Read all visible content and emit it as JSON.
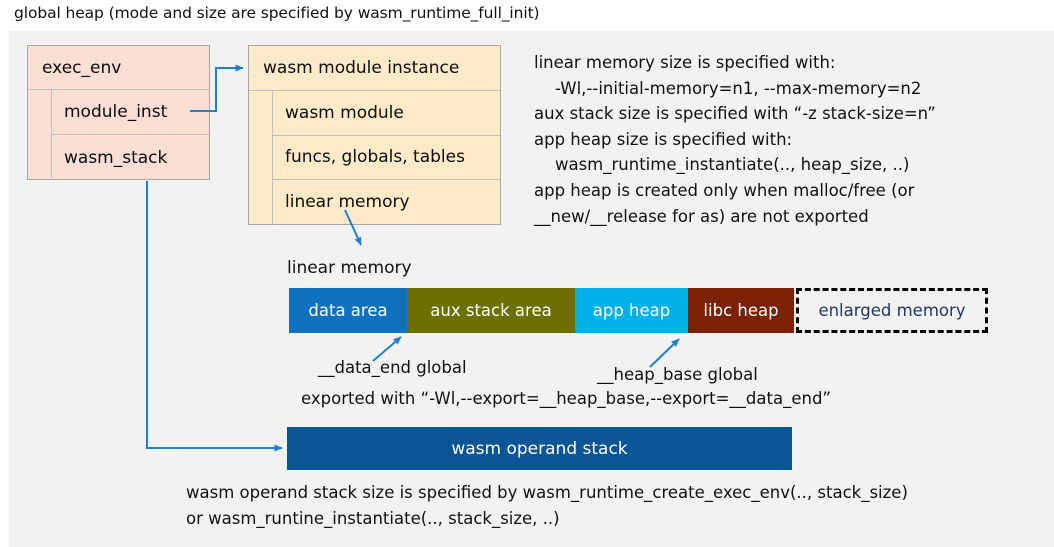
{
  "caption": "global heap (mode and size are specified by wasm_runtime_full_init)",
  "colors": {
    "panel_bg": "#f2f2f2",
    "exec_env_fill": "#fbdfd4",
    "module_inst_fill": "#fdeac7",
    "box_border": "#a6a6a6",
    "connector": "#1f7fd0",
    "data_area": "#0f72c0",
    "aux_stack_area": "#6b7000",
    "app_heap": "#00b0e8",
    "libc_heap": "#7b2206",
    "enlarged_memory_text": "#1f3864",
    "operand_stack": "#0a5596"
  },
  "exec_env": {
    "title": "exec_env",
    "fields": [
      {
        "label": "module_inst"
      },
      {
        "label": "wasm_stack"
      }
    ]
  },
  "module_instance": {
    "title": "wasm module instance",
    "fields": [
      {
        "label": "wasm module"
      },
      {
        "label": "funcs, globals, tables"
      },
      {
        "label": "linear memory"
      }
    ]
  },
  "notes": {
    "top": "linear memory size is specified with:\n    -Wl,--initial-memory=n1, --max-memory=n2\naux stack size is specified with “-z stack-size=n”\napp heap size is specified with:\n    wasm_runtime_instantiate(.., heap_size, ..)\napp heap is created only when malloc/free (or\n__new/__release for as) are not exported",
    "bottom": "wasm operand stack size is specified by wasm_runtime_create_exec_env(.., stack_size)\nor wasm_runtine_instantiate(.., stack_size, ..)"
  },
  "linear_memory": {
    "label": "linear memory",
    "segments": [
      {
        "label": "data area",
        "color": "#0f72c0",
        "width": 118
      },
      {
        "label": "aux stack area",
        "color": "#6b7000",
        "width": 168
      },
      {
        "label": "app heap",
        "color": "#00b0e8",
        "width": 113
      },
      {
        "label": "libc heap",
        "color": "#7b2206",
        "width": 106
      },
      {
        "label": "enlarged memory",
        "color": "#f2f2f2",
        "width": 192
      }
    ]
  },
  "annotations": {
    "data_end": "__data_end global",
    "heap_base": "__heap_base global",
    "exported": "exported with “-Wl,--export=__heap_base,--export=__data_end”"
  },
  "operand_stack": {
    "label": "wasm operand stack"
  }
}
